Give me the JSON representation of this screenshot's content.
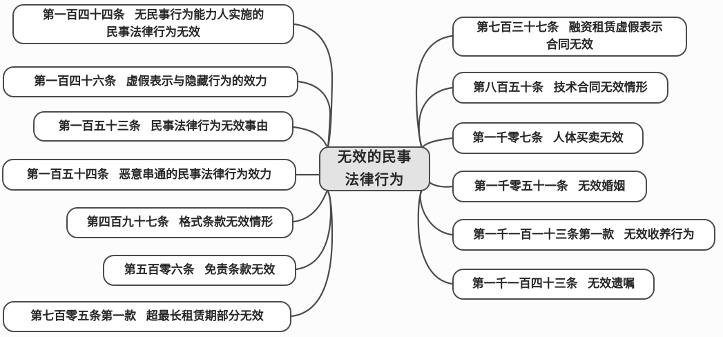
{
  "center": {
    "label": "无效的民事\n法律行为"
  },
  "left_nodes": [
    {
      "article": "第一百四十四条",
      "title": "无民事行为能力人实施的\n民事法律行为无效"
    },
    {
      "article": "第一百四十六条",
      "title": "虚假表示与隐藏行为的效力"
    },
    {
      "article": "第一百五十三条",
      "title": "民事法律行为无效事由"
    },
    {
      "article": "第一百五十四条",
      "title": "恶意串通的民事法律行为效力"
    },
    {
      "article": "第四百九十七条",
      "title": "格式条款无效情形"
    },
    {
      "article": "第五百零六条",
      "title": "免责条款无效"
    },
    {
      "article": "第七百零五条第一款",
      "title": "超最长租赁期部分无效"
    }
  ],
  "right_nodes": [
    {
      "article": "第七百三十七条",
      "title": "融资租赁虚假表示\n合同无效"
    },
    {
      "article": "第八百五十条",
      "title": "技术合同无效情形"
    },
    {
      "article": "第一千零七条",
      "title": "人体买卖无效"
    },
    {
      "article": "第一千零五十一条",
      "title": "无效婚姻"
    },
    {
      "article": "第一千一百一十三条第一款",
      "title": "无效收养行为"
    },
    {
      "article": "第一千一百四十三条",
      "title": "无效遗嘱"
    }
  ],
  "colors": {
    "line": "#4b4b4b",
    "node_border": "#4b4b4b",
    "node_fill": "#ffffff",
    "center_fill": "#e3e3e3",
    "text": "#262626",
    "background": "#fcfcfc"
  }
}
